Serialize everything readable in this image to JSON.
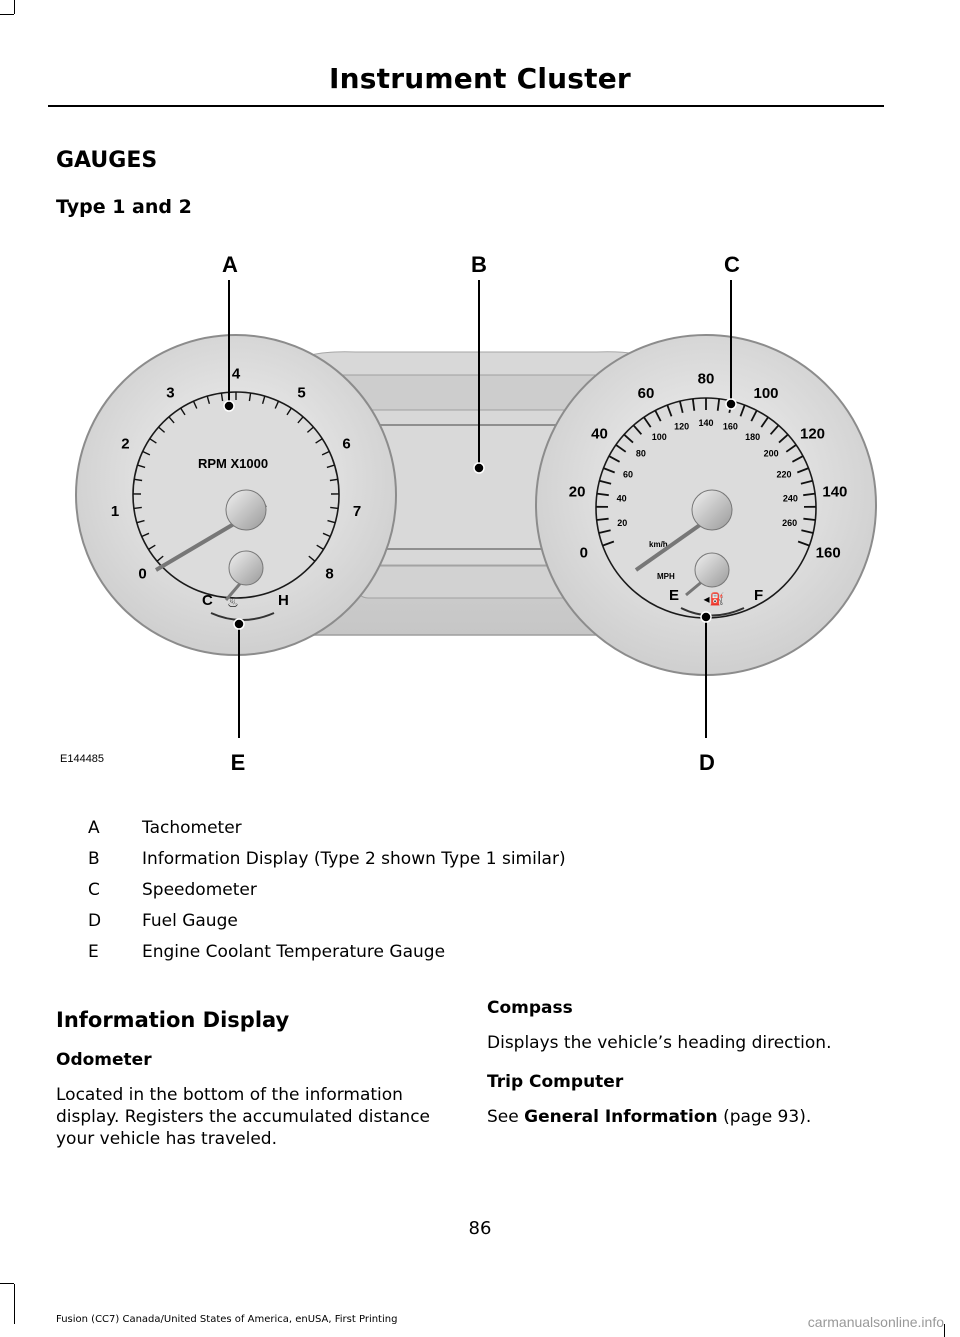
{
  "header": {
    "title": "Instrument Cluster"
  },
  "section": {
    "title": "GAUGES",
    "subtitle": "Type 1 and 2"
  },
  "figure": {
    "id": "E144485",
    "callouts": {
      "a": "A",
      "b": "B",
      "c": "C",
      "d": "D",
      "e": "E"
    },
    "tachometer": {
      "unit_label": "RPM X1000",
      "numbers": [
        "0",
        "1",
        "2",
        "3",
        "4",
        "5",
        "6",
        "7",
        "8"
      ],
      "temp_cold": "C",
      "temp_hot": "H"
    },
    "speedometer": {
      "mph_numbers": [
        "0",
        "20",
        "40",
        "60",
        "80",
        "100",
        "120",
        "140",
        "160"
      ],
      "mph_label": "MPH",
      "kmh_numbers": [
        "20",
        "40",
        "60",
        "80",
        "100",
        "120",
        "140",
        "160",
        "180",
        "200",
        "220",
        "240",
        "260"
      ],
      "kmh_label": "km/h",
      "fuel_empty": "E",
      "fuel_full": "F"
    }
  },
  "legend": [
    {
      "key": "A",
      "text": "Tachometer"
    },
    {
      "key": "B",
      "text": "Information Display (Type 2 shown Type 1 similar)"
    },
    {
      "key": "C",
      "text": "Speedometer"
    },
    {
      "key": "D",
      "text": "Fuel Gauge"
    },
    {
      "key": "E",
      "text": "Engine Coolant Temperature Gauge"
    }
  ],
  "info_display": {
    "title": "Information Display",
    "odometer_title": "Odometer",
    "odometer_text": "Located in the bottom of the information display. Registers the accumulated distance your vehicle has traveled."
  },
  "compass": {
    "title": "Compass",
    "text": "Displays the vehicle’s heading direction."
  },
  "trip_computer": {
    "title": "Trip Computer",
    "see": "See",
    "link": "General Information",
    "page_ref": "(page 93)."
  },
  "page_number": "86",
  "footer": "Fusion (CC7) Canada/United States of America, enUSA, First Printing",
  "watermark": "carmanualsonline.info"
}
